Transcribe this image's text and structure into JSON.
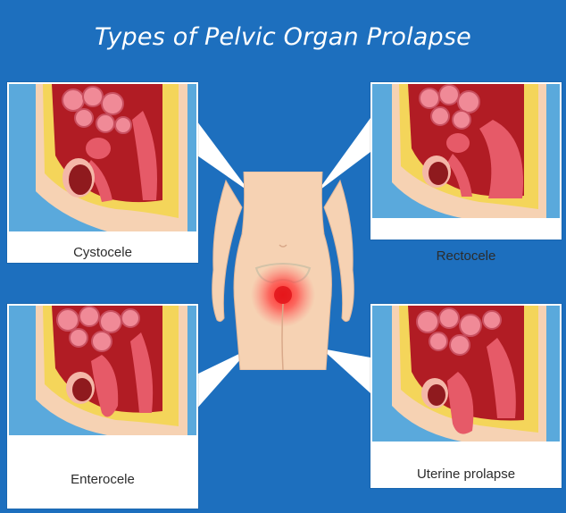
{
  "title": "Types of Pelvic Organ Prolapse",
  "panels": [
    {
      "label": "Cystocele"
    },
    {
      "label": "Rectocele"
    },
    {
      "label": "Enterocele"
    },
    {
      "label": "Uterine prolapse"
    }
  ],
  "colors": {
    "background": "#1d6fbe",
    "panel_sky": "#5aa9dc",
    "skin": "#f6d2b3",
    "fat": "#f4d55a",
    "cavity": "#b11c24",
    "intestine": "#f08a97",
    "organ": "#e65a68",
    "bladder": "#8f1a1e",
    "highlight": "#ff2b2b"
  }
}
